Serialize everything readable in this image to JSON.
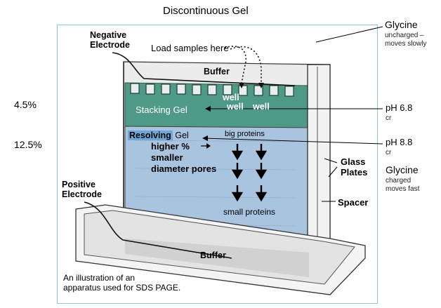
{
  "title": "Discontinuous Gel",
  "left_labels": {
    "stacking_percent": "4.5%",
    "resolving_percent": "12.5%"
  },
  "apparatus": {
    "negative_electrode": [
      "Negative",
      "Electrode"
    ],
    "positive_electrode": [
      "Positive",
      "Electrode"
    ],
    "load_samples": "Load samples here",
    "top_buffer": "Buffer",
    "bottom_buffer": "Buffer",
    "wells": [
      "well",
      "well",
      "well"
    ],
    "stacking_gel": "Stacking Gel",
    "resolving_gel": "Resolving",
    "resolving_gel_suffix": "Gel",
    "big_proteins": "big proteins",
    "small_proteins": "small proteins",
    "higher_pct": [
      "higher %",
      "smaller",
      "diameter pores"
    ],
    "glass_plates": [
      "Glass",
      "Plates"
    ],
    "spacer": "Spacer",
    "caption": [
      "An illustration of an",
      "apparatus used for SDS PAGE."
    ]
  },
  "right_labels": {
    "glycine_top": "Glycine",
    "glycine_top_sub": [
      "uncharged –",
      "moves slowly"
    ],
    "ph_top": "pH 6.8",
    "ph_top_sub": "cr",
    "ph_bottom": "pH 8.8",
    "ph_bottom_sub": "cr",
    "glycine_bottom": "Glycine",
    "glycine_bottom_sub": [
      "charged",
      "moves fast"
    ]
  },
  "colors": {
    "stacking_gel": "#4f9a86",
    "resolving_gel": "#a9c4de",
    "resolving_label_bg": "#6fa6d8",
    "frame": "#8fc6d4"
  }
}
